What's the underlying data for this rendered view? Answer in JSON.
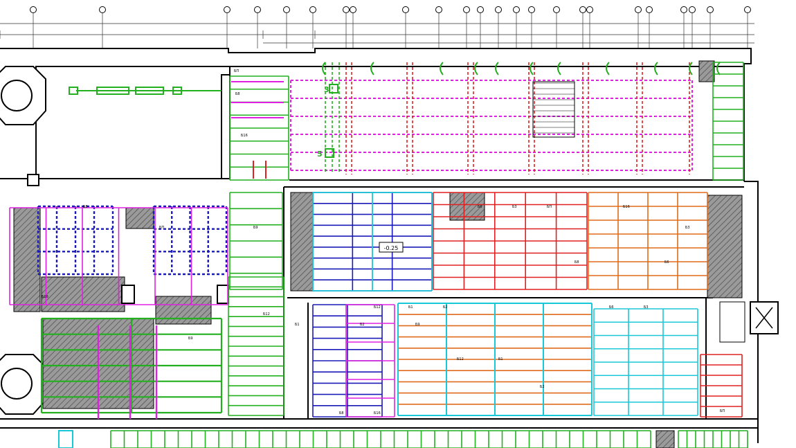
{
  "drawing": {
    "level_mark": "-0.25",
    "grid_row_markers": [
      "3",
      "5"
    ],
    "beam_label": "Б4",
    "tag_labels": [
      "БП",
      "Б8",
      "Б16",
      "Б9",
      "Б12",
      "Б1",
      "Б2",
      "Б6",
      "Б3"
    ]
  },
  "colors": {
    "background": "#ffffff",
    "walls": "#000000",
    "green": "#22b01e",
    "magenta": "#e020e0",
    "blue": "#1a1ab8",
    "red": "#e02020",
    "orange": "#e06a1c",
    "cyan": "#19c8d8",
    "hatch": "#8a8a8a"
  }
}
